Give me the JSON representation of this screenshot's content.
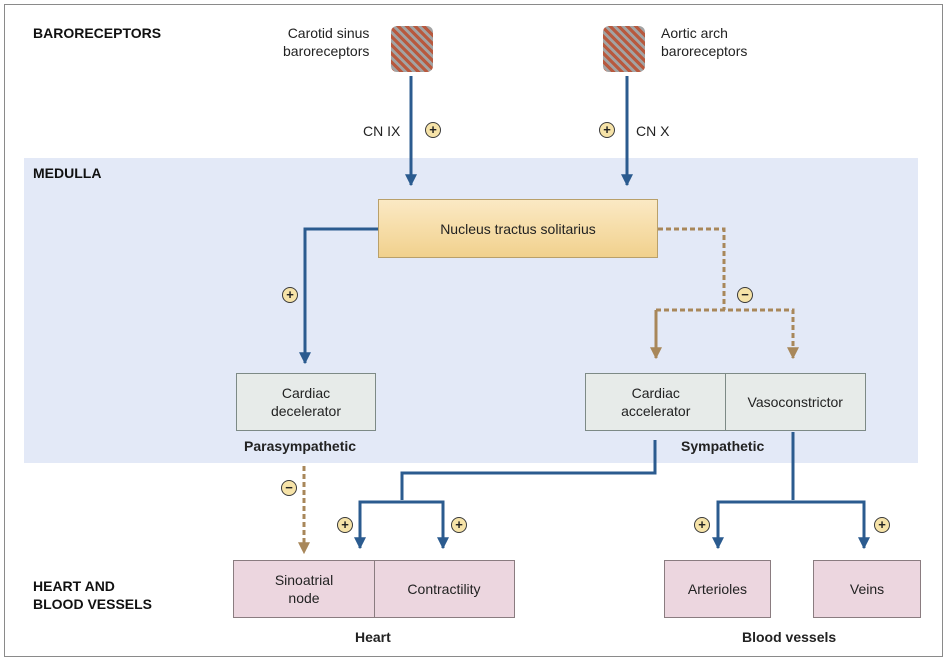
{
  "sections": {
    "baroreceptors": "BARORECEPTORS",
    "medulla": "MEDULLA",
    "heart_vessels_line1": "HEART AND",
    "heart_vessels_line2": "BLOOD VESSELS"
  },
  "receptors": {
    "carotid_line1": "Carotid sinus",
    "carotid_line2": "baroreceptors",
    "aortic_line1": "Aortic arch",
    "aortic_line2": "baroreceptors"
  },
  "nerves": {
    "cn_ix": "CN IX",
    "cn_x": "CN X"
  },
  "nucleus": "Nucleus tractus solitarius",
  "medulla_boxes": {
    "cardiac_decelerator_line1": "Cardiac",
    "cardiac_decelerator_line2": "decelerator",
    "cardiac_accelerator_line1": "Cardiac",
    "cardiac_accelerator_line2": "accelerator",
    "vasoconstrictor": "Vasoconstrictor"
  },
  "divisions": {
    "parasympathetic": "Parasympathetic",
    "sympathetic": "Sympathetic"
  },
  "targets": {
    "sinoatrial_line1": "Sinoatrial",
    "sinoatrial_line2": "node",
    "contractility": "Contractility",
    "arterioles": "Arterioles",
    "veins": "Veins"
  },
  "groups": {
    "heart": "Heart",
    "blood_vessels": "Blood vessels"
  },
  "signs": {
    "plus": "+",
    "minus": "−"
  },
  "colors": {
    "excitatory_arrow": "#2b5b8f",
    "inhibitory_arrow": "#a8875a",
    "medulla_band": "#e3e9f7",
    "nucleus_fill": "#f1d18d",
    "output_box": "#e7ebe9",
    "target_box": "#ecd6df",
    "sign_badge": "#f6e3a8"
  }
}
